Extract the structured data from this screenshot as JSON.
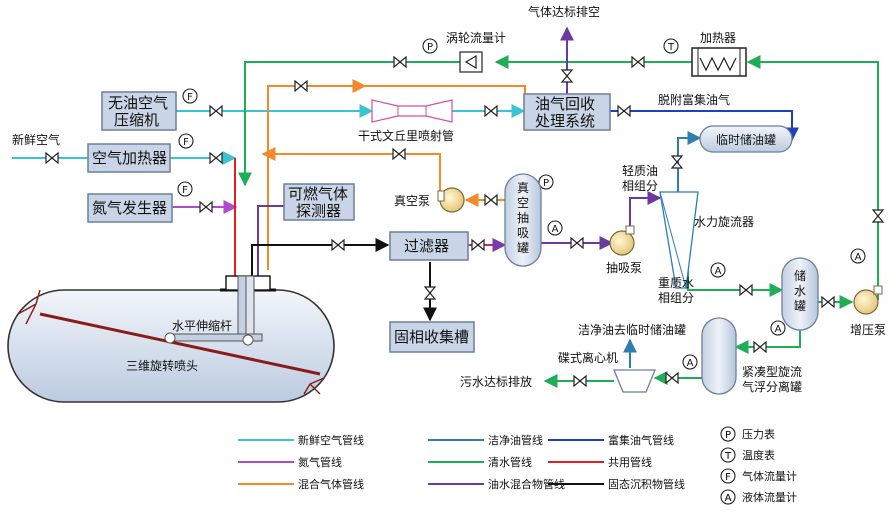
{
  "colors": {
    "fresh_air": "#3cc3d2",
    "nitrogen": "#b04bd0",
    "mixed_gas": "#f08a2a",
    "clean_oil": "#2e7fb0",
    "clear_water": "#1fae57",
    "oil_water": "#6a3aa0",
    "rich_oil_gas": "#1f3fc0",
    "shared": "#e02020",
    "solid": "#111111",
    "box_fill": "#c9d5e6",
    "box_stroke": "#6c7f9c",
    "tank_fill": "#c9d5e6",
    "crude": "#8b1a1a"
  },
  "labels": {
    "gas_vent": "气体达标排空",
    "turbine_meter": "涡轮流量计",
    "heater": "加热器",
    "oil_free_compressor": "无油空气\n压缩机",
    "venturi": "干式文丘里喷射管",
    "vapor_recovery": "油气回收\n处理系统",
    "desorbed_rich_gas": "脱附富集油气",
    "fresh_air": "新鲜空气",
    "air_heater": "空气加热器",
    "temp_oil_tank": "临时储油罐",
    "light_oil": "轻质油\n相组分",
    "vacuum_pump": "真空泵",
    "vacuum_tank": "真\n空\n抽\n吸\n罐",
    "nitrogen_gen": "氮气发生器",
    "gas_detector": "可燃气体\n探测器",
    "filter": "过滤器",
    "hydrocyclone": "水力旋流器",
    "suction_pump": "抽吸泵",
    "water_tank": "储\n水\n罐",
    "heavy_water": "重质水\n相组分",
    "boost_pump": "增压泵",
    "solid_tank": "固相收集槽",
    "telescopic_rod": "水平伸缩杆",
    "clean_oil_to_tank": "洁净油去临时储油罐",
    "disc_centrifuge": "碟式离心机",
    "nozzle": "三维旋转喷头",
    "compact_separator": "紧凑型旋流\n气浮分离罐",
    "sewage": "污水达标排放"
  },
  "legend": {
    "lines": [
      {
        "label": "新鲜空气管线",
        "color": "#3cc3d2"
      },
      {
        "label": "洁净油管线",
        "color": "#2e7fb0"
      },
      {
        "label": "富集油气管线",
        "color": "#1f3fc0"
      },
      {
        "label": "氮气管线",
        "color": "#b04bd0"
      },
      {
        "label": "清水管线",
        "color": "#1fae57"
      },
      {
        "label": "共用管线",
        "color": "#e02020"
      },
      {
        "label": "混合气体管线",
        "color": "#f08a2a"
      },
      {
        "label": "油水混合物管线",
        "color": "#6a3aa0"
      },
      {
        "label": "固态沉积物管线",
        "color": "#111111"
      }
    ],
    "symbols": [
      {
        "letter": "P",
        "label": "压力表"
      },
      {
        "letter": "T",
        "label": "温度表"
      },
      {
        "letter": "F",
        "label": "气体流量计"
      },
      {
        "letter": "A",
        "label": "液体流量计"
      }
    ]
  }
}
